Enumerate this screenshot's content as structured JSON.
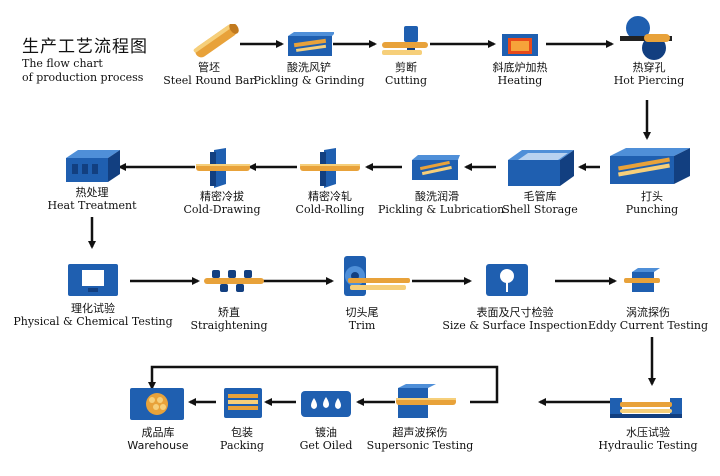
{
  "title": {
    "cn": "生产工艺流程图",
    "en_line1": "The flow chart",
    "en_line2": "of production process"
  },
  "steps": [
    {
      "cn": "管坯",
      "en": "Steel Round Bar",
      "icon": "round-bar-icon"
    },
    {
      "cn": "酸洗风铲",
      "en": "Pickling & Grinding",
      "icon": "pickling-grinding-icon"
    },
    {
      "cn": "剪断",
      "en": "Cutting",
      "icon": "cutting-icon"
    },
    {
      "cn": "斜底炉加热",
      "en": "Heating",
      "icon": "furnace-icon"
    },
    {
      "cn": "热穿孔",
      "en": "Hot Piercing",
      "icon": "piercing-rolls-icon"
    },
    {
      "cn": "打头",
      "en": "Punching",
      "icon": "punching-icon"
    },
    {
      "cn": "毛管库",
      "en": "Shell Storage",
      "icon": "shell-storage-icon"
    },
    {
      "cn": "酸洗润滑",
      "en": "Pickling & Lubrication",
      "icon": "lubrication-tank-icon"
    },
    {
      "cn": "精密冷轧",
      "en": "Cold-Rolling",
      "icon": "cold-rolling-icon"
    },
    {
      "cn": "精密冷拔",
      "en": "Cold-Drawing",
      "icon": "cold-drawing-icon"
    },
    {
      "cn": "热处理",
      "en": "Heat Treatment",
      "icon": "heat-treatment-furnace-icon"
    },
    {
      "cn": "理化试验",
      "en": "Physical & Chemical Testing",
      "icon": "monitor-icon"
    },
    {
      "cn": "矫直",
      "en": "Straightening",
      "icon": "straightening-rollers-icon"
    },
    {
      "cn": "切头尾",
      "en": "Trim",
      "icon": "trim-saw-icon"
    },
    {
      "cn": "表面及尺寸检验",
      "en": "Size & Surface Inspection",
      "icon": "inspection-lamp-icon"
    },
    {
      "cn": "涡流探伤",
      "en": "Eddy Current Testing",
      "icon": "eddy-current-icon"
    },
    {
      "cn": "水压试验",
      "en": "Hydraulic Testing",
      "icon": "hydraulic-tester-icon"
    },
    {
      "cn": "超声波探伤",
      "en": "Supersonic Testing",
      "icon": "ultrasonic-tester-icon"
    },
    {
      "cn": "镀油",
      "en": "Get Oiled",
      "icon": "oil-drops-icon"
    },
    {
      "cn": "包装",
      "en": "Packing",
      "icon": "bundle-icon"
    },
    {
      "cn": "成品库",
      "en": "Warehouse",
      "icon": "warehouse-icon"
    }
  ],
  "colors": {
    "blue": "#1f5fb0",
    "blue_dark": "#123f80",
    "blue_light": "#4f8fd8",
    "orange": "#e8a23a",
    "orange_light": "#f6cf7a",
    "arrow": "#111111"
  }
}
